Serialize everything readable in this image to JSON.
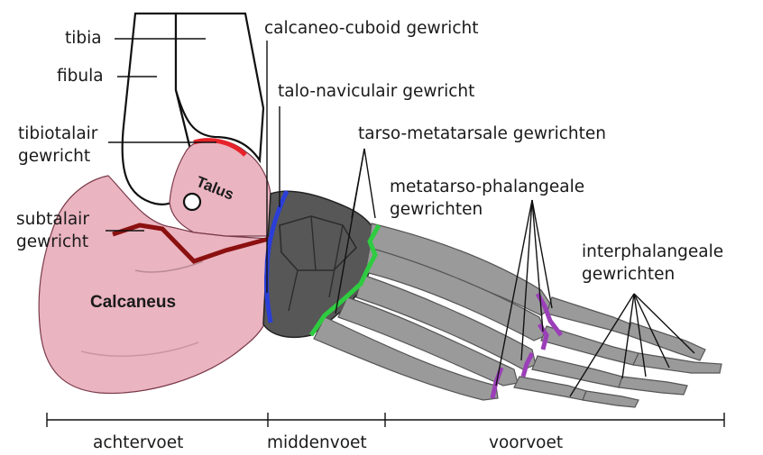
{
  "labels": {
    "tibia": "tibia",
    "fibula": "fibula",
    "tibiotalair_1": "tibiotalair",
    "tibiotalair_2": "gewricht",
    "subtalair_1": "subtalair",
    "subtalair_2": "gewricht",
    "calcaneo_cuboid": "calcaneo-cuboid gewricht",
    "talo_naviculair": "talo-naviculair gewricht",
    "tarso_metatarsale": "tarso-metatarsale gewrichten",
    "metatarso_1": "metatarso-phalangeale",
    "metatarso_2": "gewrichten",
    "interphalangeale_1": "interphalangeale",
    "interphalangeale_2": "gewrichten"
  },
  "bones": {
    "talus": "Talus",
    "calcaneus": "Calcaneus"
  },
  "regions": {
    "achtervoet": "achtervoet",
    "middenvoet": "middenvoet",
    "voorvoet": "voorvoet"
  },
  "colors": {
    "tibiotalair_joint": "#e8222a",
    "subtalair_joint": "#8b1010",
    "calcaneo_cuboid_joint": "#2a3ed8",
    "tarso_metatarsale_joint": "#2ecc40",
    "metatarso_phalangeale_joint": "#9b3fb8",
    "hindfoot_bone": "#eab4c0",
    "midfoot_bone": "#555555",
    "forefoot_bone": "#9a9a9a"
  }
}
